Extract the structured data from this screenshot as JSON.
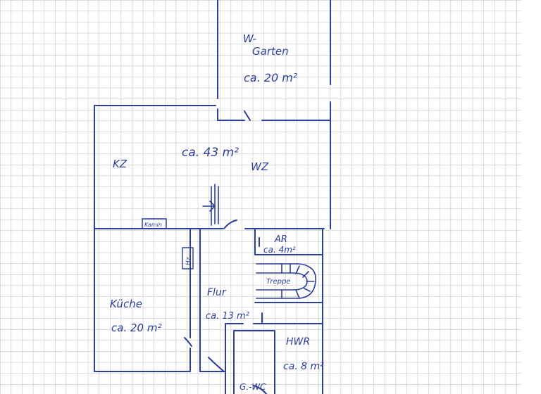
{
  "colors": {
    "paper": "#ffffff",
    "grid": "#b9b9b9",
    "ink": "#2b3f9a"
  },
  "rooms": {
    "wintergarten": {
      "name_line1": "W-",
      "name_line2": "Garten",
      "area": "ca. 20 m²"
    },
    "wohnzimmer": {
      "area": "ca. 43 m²",
      "name": "WZ"
    },
    "kinderzimmer": {
      "name": "KZ"
    },
    "kamin": {
      "label": "Kamin"
    },
    "heizung": {
      "label": "Hz"
    },
    "abstellraum": {
      "name": "AR",
      "area": "ca. 4m²"
    },
    "treppe": {
      "label": "Treppe"
    },
    "kueche": {
      "name": "Küche",
      "area": "ca. 20 m²"
    },
    "flur": {
      "name": "Flur",
      "area": "ca. 13 m²"
    },
    "hwr": {
      "name": "HWR",
      "area": "ca. 8 m²"
    },
    "gaeste_wc": {
      "name": "G.-WC"
    }
  }
}
